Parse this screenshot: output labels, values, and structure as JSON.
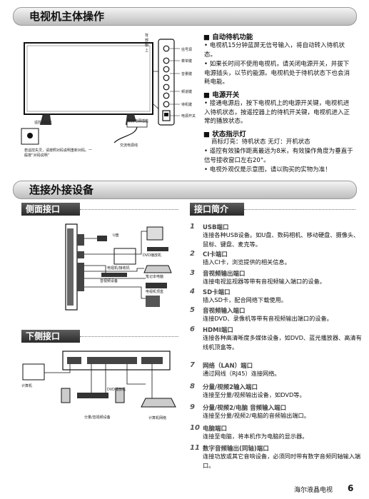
{
  "section1": {
    "title": "电视机主体操作",
    "tv_diagram": {
      "side_label": "背部朝上",
      "buttons": [
        "信号源",
        "菜单键",
        "音量键",
        "频道键",
        "待机键"
      ],
      "power_switch": "电源开关",
      "remote_window": "遥控对码处",
      "ac_label": "交流电源插座",
      "ac_line": "交流电源线",
      "remote_note": "若遥控失灵，请按照对码说明重新对码。一般按“对码说明”"
    },
    "standby": {
      "heading": "自动待机功能",
      "items": [
        "电视机15分钟蓝屏无信号输入，将自动转入待机状态。",
        "如果长时间不使用电视机，请关闭电源开关，并拔下电源插头，以节约能源。电视机处于待机状态下也会消耗电能。"
      ]
    },
    "power": {
      "heading": "电源开关",
      "items": [
        "接通电源后，按下电视机上的电源开关键，电视机进入待机状态，按遥控器上的待机开关键，电视机进入正常的播放状态。"
      ]
    },
    "indicator": {
      "heading": "状态指示灯",
      "line": "商标灯亮：待机状态  无灯：开机状态",
      "items": [
        "遥控有效操作距离最远为8米，有效操作角度为垂直于信号接收窗口左右20°。",
        "电视外观仅是示意图，请以购买的实物为准！"
      ]
    }
  },
  "section2": {
    "title": "连接外接设备",
    "side_title": "侧面接口",
    "bottom_title": "下侧接口",
    "ports_title": "接口简介",
    "side_labels": [
      "U盘",
      "DVD播放机",
      "笔记本电脑",
      "电视机顶盒",
      "电视机/接收机",
      "音视频设备"
    ],
    "bottom_labels": [
      "分量/音视频设备",
      "计算机",
      "DVD播放机",
      "计算机网络"
    ],
    "ports": [
      {
        "num": "1",
        "title": "USB端口",
        "desc": "连接各种USB设备。如U盘、数码相机、移动硬盘、摄像头、鼠标、键盘、麦克等。"
      },
      {
        "num": "2",
        "title": "CI卡端口",
        "desc": "插入CI卡，浏览提供的相关信息。"
      },
      {
        "num": "3",
        "title": "音视频输出端口",
        "desc": "连接电视监视器等带有音视频输入端口的设备。"
      },
      {
        "num": "4",
        "title": "SD卡端口",
        "desc": "插入SD卡，配合网络下载使用。"
      },
      {
        "num": "5",
        "title": "音视频输入端口",
        "desc": "连接DVD、录像机等带有音视频输出端口的设备。"
      },
      {
        "num": "6",
        "title": "HDMI端口",
        "desc": "连接各种高清晰度多媒体设备，如DVD、蓝光播放器、高清有线机顶盒等。"
      },
      {
        "num": "7",
        "title": "网络（LAN）端口",
        "desc": "通过网线（RJ45）连接网络。"
      },
      {
        "num": "8",
        "title": "分量/视频2输入端口",
        "desc": "连接至分量/视频输出设备，如DVD等。"
      },
      {
        "num": "9",
        "title": "分量/视频2/电脑 音频输入端口",
        "desc": "连接至分量/视频2/电脑的音频输出端口。"
      },
      {
        "num": "10",
        "title": "电脑端口",
        "desc": "连接至电脑，将本机作为电脑的显示器。"
      },
      {
        "num": "11",
        "title": "数字音频输出(同轴)端口",
        "desc": "连接功放或其它音响设备，必须同时带有数字音频同轴输入端口。"
      }
    ]
  },
  "footer": {
    "brand": "海尔液晶电视",
    "page": "6"
  }
}
